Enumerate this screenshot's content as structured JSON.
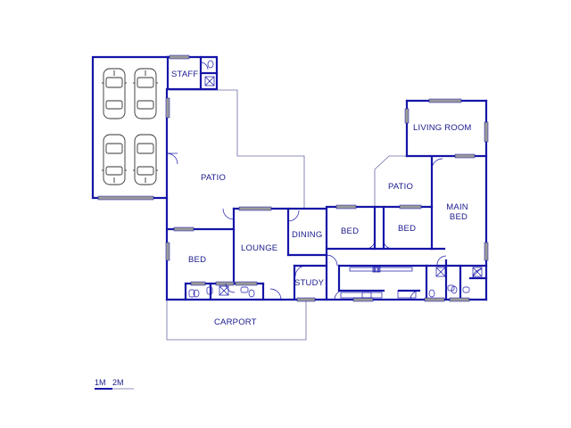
{
  "colors": {
    "wall": "#1515a8",
    "outline": "#6a6aa8",
    "window": "#9a9a9a",
    "label": "#1a1a8c",
    "background": "#ffffff"
  },
  "rooms": {
    "staff": "STAFF",
    "patio_main": "PATIO",
    "living_room": "LIVING ROOM",
    "patio_east": "PATIO",
    "main_bed": [
      "MAIN",
      "BED"
    ],
    "bed_1": "BED",
    "bed_2": "BED",
    "dining": "DINING",
    "lounge": "LOUNGE",
    "bed_west": "BED",
    "study": "STUDY",
    "carport": "CARPORT"
  },
  "scale_bar": {
    "label_1": "1M",
    "label_2": "2M"
  },
  "icons": [
    "car-icon",
    "toilet-icon",
    "shower-icon",
    "basin-icon",
    "stove-icon",
    "door-swing-icon"
  ]
}
